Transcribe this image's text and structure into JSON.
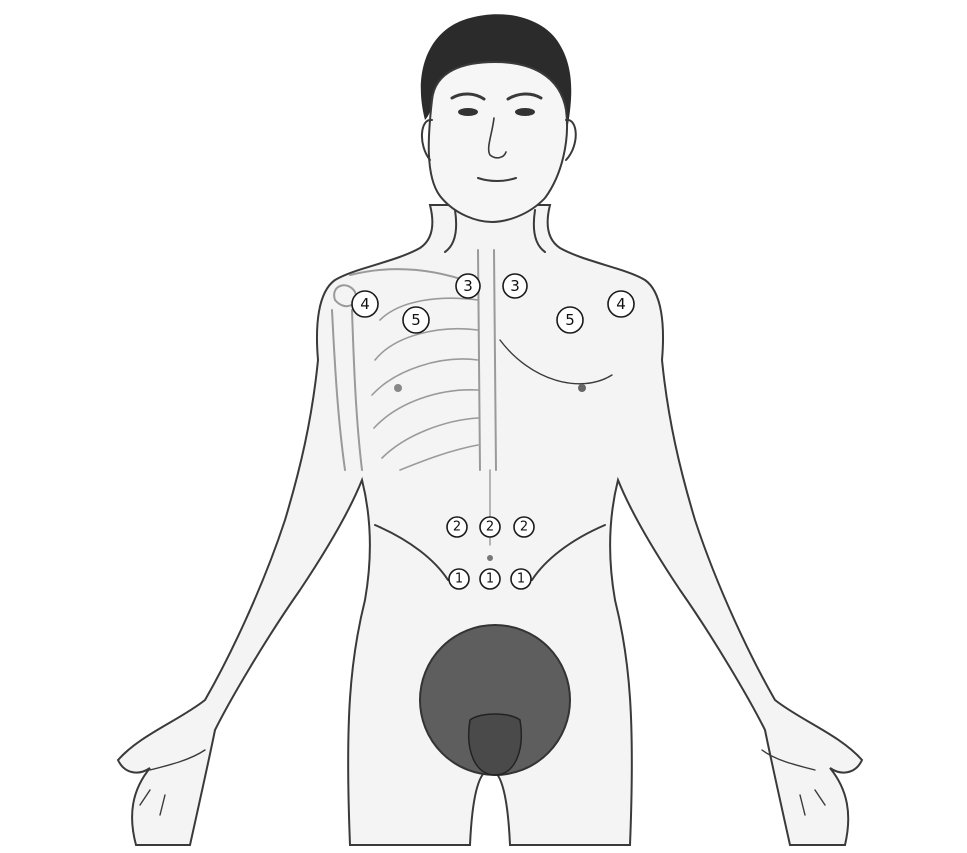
{
  "figure": {
    "background": "#ffffff",
    "line_color": "#3a3a3a",
    "skin_shade": "#f2f2f2",
    "hair_color": "#2b2b2b",
    "pubic_color": "#5e5e5e"
  },
  "markers": [
    {
      "id": "marker-1-left",
      "label": "1"
    },
    {
      "id": "marker-1-center",
      "label": "1"
    },
    {
      "id": "marker-1-right",
      "label": "1"
    },
    {
      "id": "marker-2-left",
      "label": "2"
    },
    {
      "id": "marker-2-center",
      "label": "2"
    },
    {
      "id": "marker-2-right",
      "label": "2"
    },
    {
      "id": "marker-3-left",
      "label": "3"
    },
    {
      "id": "marker-3-right",
      "label": "3"
    },
    {
      "id": "marker-4-left",
      "label": "4"
    },
    {
      "id": "marker-4-right",
      "label": "4"
    },
    {
      "id": "marker-5-left",
      "label": "5"
    },
    {
      "id": "marker-5-right",
      "label": "5"
    }
  ]
}
